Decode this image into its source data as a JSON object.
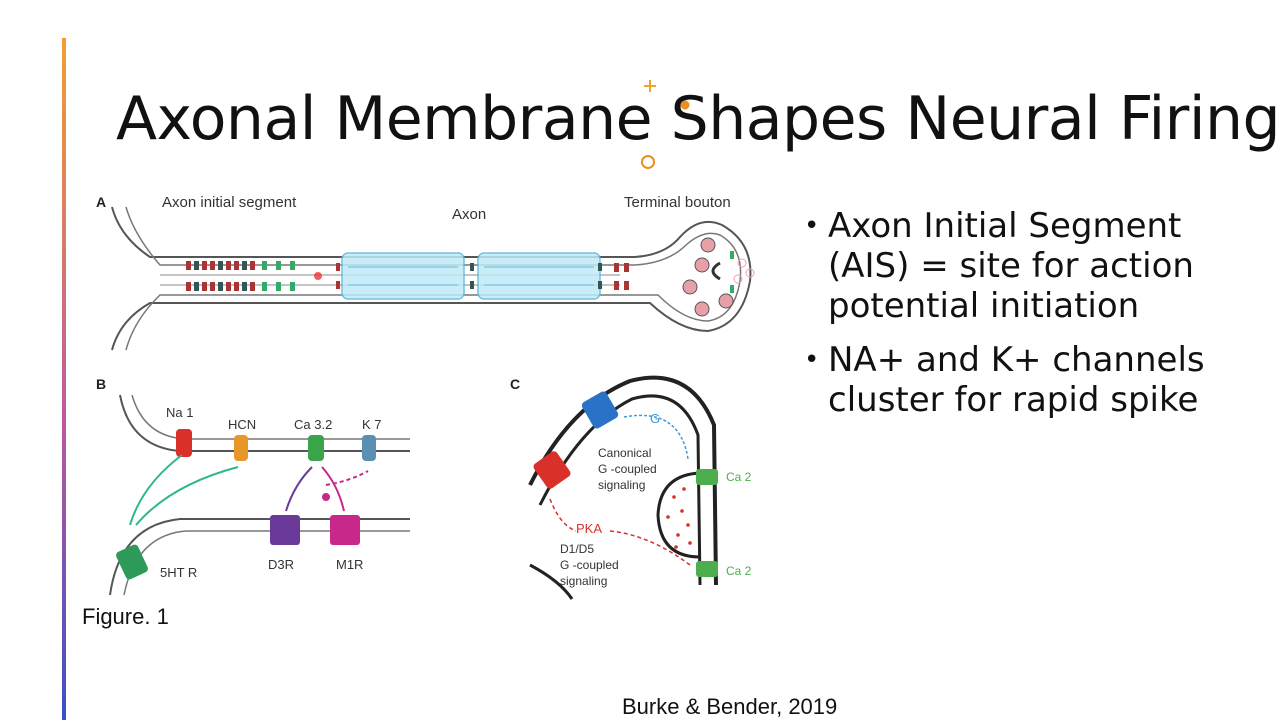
{
  "slide": {
    "title": "Axonal Membrane Shapes Neural Firing",
    "bullets": [
      {
        "text": "Axon Initial Segment (AIS) = site for action potential initiation"
      },
      {
        "text": "NA+ and K+ channels cluster for rapid spike"
      }
    ],
    "figure_caption": "Figure. 1",
    "citation": "Burke & Bender, 2019",
    "accent_colors": [
      "#f0a030",
      "#c05a9a",
      "#3a4fc8"
    ]
  },
  "figure": {
    "panel_a": {
      "letter": "A",
      "label_ais": "Axon initial segment",
      "label_axon": "Axon",
      "label_bouton": "Terminal bouton"
    },
    "panel_b": {
      "letter": "B",
      "channels": {
        "nav": "Na 1",
        "hcn": "HCN",
        "cav": "Ca 3.2",
        "kv": "K 7"
      },
      "receptors": {
        "ht": "5HT R",
        "d3": "D3R",
        "m1": "M1R"
      }
    },
    "panel_c": {
      "letter": "C",
      "gprotein": "G",
      "canonical": [
        "Canonical",
        "G  -coupled",
        "signaling"
      ],
      "pka": "PKA",
      "d1d5": [
        "D1/D5",
        "G -coupled",
        "signaling"
      ],
      "cav_top": "Ca 2",
      "cav_bottom": "Ca 2"
    }
  }
}
